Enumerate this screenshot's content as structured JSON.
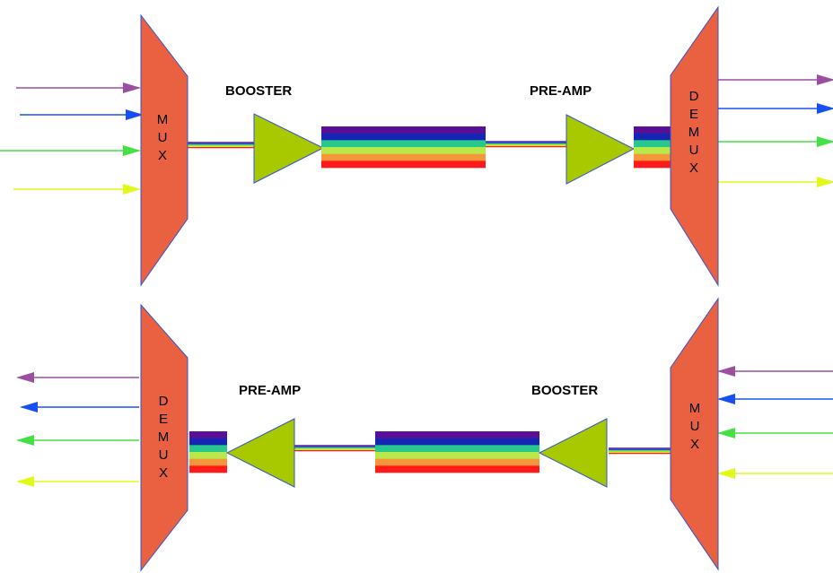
{
  "colors": {
    "block": "#ea6141",
    "block_stroke": "#3355cc",
    "amp": "#a8c800",
    "amp_stroke": "#3355cc",
    "signals": [
      "#9b4fa0",
      "#1650f0",
      "#45e045",
      "#e2f81a"
    ],
    "band": [
      "#5a0f96",
      "#1626b4",
      "#26c88c",
      "#b8e84a",
      "#f5963a",
      "#ff1a1a"
    ],
    "line": [
      "#5a0f96",
      "#1650f0",
      "#45e045",
      "#e2f81a",
      "#ff1a1a"
    ]
  },
  "top_link": {
    "left_block": "MUX",
    "right_block": "DEMUX",
    "amp_left": "BOOSTER",
    "amp_right": "PRE-AMP",
    "direction": "left-to-right"
  },
  "bottom_link": {
    "left_block": "DEMUX",
    "right_block": "MUX",
    "amp_left": "PRE-AMP",
    "amp_right": "BOOSTER",
    "direction": "right-to-left"
  }
}
